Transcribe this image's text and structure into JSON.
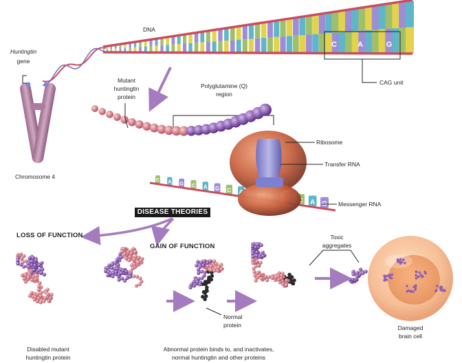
{
  "labels": {
    "dna": "DNA",
    "gene_italic": "Huntingtin",
    "gene": "gene",
    "chromosome": "Chromosome 4",
    "mutant_line1": "Mutant",
    "mutant_line2": "huntingtin",
    "mutant_line3": "protein",
    "polyq_line1": "Polyglutamine (Q)",
    "polyq_line2": "region",
    "cag_unit": "CAG unit",
    "ribosome": "Ribosome",
    "transfer_rna": "Transfer RNA",
    "messenger_rna": "Messenger RNA",
    "disease_theories": "DISEASE THEORIES",
    "loss_of_function": "LOSS OF FUNCTION",
    "gain_of_function": "GAIN OF FUNCTION",
    "toxic_line1": "Toxic",
    "toxic_line2": "aggregates",
    "normal_line1": "Normal",
    "normal_line2": "protein",
    "damaged_line1": "Damaged",
    "damaged_line2": "brain cell",
    "disabled_line1": "Disabled mutant",
    "disabled_line2": "huntingtin protein",
    "abnormal_line1": "Abnormal protein binds to, and inactivates,",
    "abnormal_line2": "normal huntingtin and other proteins"
  },
  "dna_letters": [
    "C",
    "A",
    "G"
  ],
  "mrna_letters": [
    "C",
    "A",
    "G",
    "C",
    "A",
    "G",
    "C",
    "A",
    "G",
    "C",
    "A",
    "G",
    "C",
    "A",
    "G"
  ],
  "colors": {
    "backbone": "#c94d5e",
    "rung_a": "#9fbf6a",
    "rung_b": "#e2d24c",
    "rung_c": "#9f8cd6",
    "rung_d": "#5fb6c8",
    "bead_pink": "#d9848c",
    "bead_purple": "#8f5fb8",
    "ribosome": "#c8643f",
    "trna": "#8a8fd6",
    "arrow": "#a57bc0",
    "cell": "#f3b184"
  }
}
